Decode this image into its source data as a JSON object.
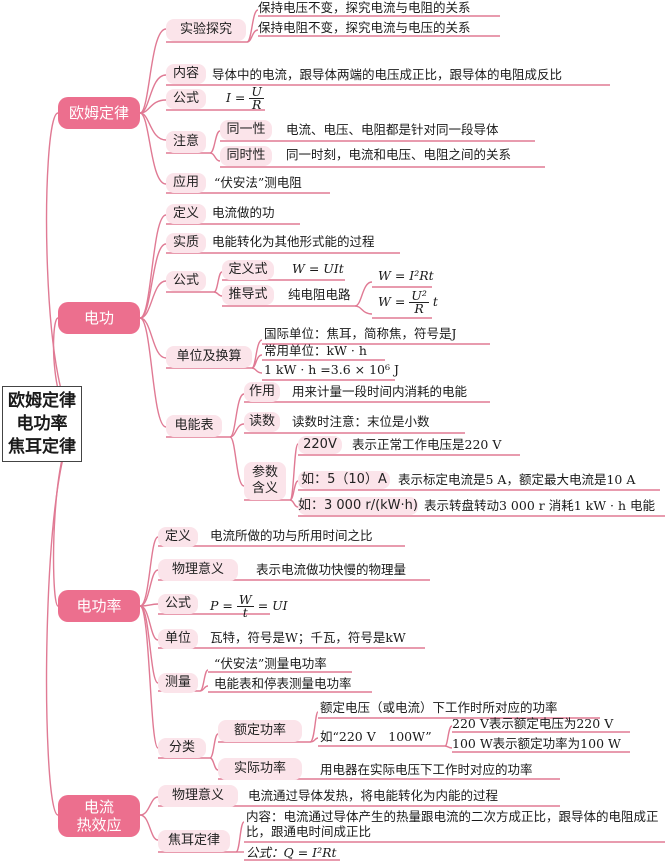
{
  "root": {
    "line1": "欧姆定律",
    "line2": "电功率",
    "line3": "焦耳定律"
  },
  "ohm": {
    "title": "欧姆定律",
    "experiment": {
      "label": "实验探究",
      "items": [
        "保持电压不变，探究电流与电阻的关系",
        "保持电阻不变，探究电流与电压的关系"
      ]
    },
    "content": {
      "label": "内容",
      "text": "导体中的电流，跟导体两端的电压成正比，跟导体的电阻成反比"
    },
    "formula": {
      "label": "公式",
      "lhs": "I =",
      "num": "U",
      "den": "R"
    },
    "note": {
      "label": "注意",
      "same_body": {
        "label": "同一性",
        "text": "电流、电压、电阻都是针对同一段导体"
      },
      "same_time": {
        "label": "同时性",
        "text": "同一时刻，电流和电压、电阻之间的关系"
      }
    },
    "application": {
      "label": "应用",
      "text": "“伏安法”测电阻"
    }
  },
  "work": {
    "title": "电功",
    "definition": {
      "label": "定义",
      "text": "电流做的功"
    },
    "essence": {
      "label": "实质",
      "text": "电能转化为其他形式能的过程"
    },
    "formula": {
      "label": "公式",
      "def": {
        "label": "定义式",
        "text": "W = UIt"
      },
      "derived": {
        "label": "推导式",
        "text": "纯电阻电路",
        "f1": "W = I²Rt",
        "f2_lhs": "W =",
        "f2_num": "U²",
        "f2_den": "R",
        "f2_tail": "t"
      }
    },
    "units": {
      "label": "单位及换算",
      "si": "国际单位：焦耳，简称焦，符号是J",
      "common": "常用单位：kW · h",
      "conversion": "1 kW · h =3.6 × 10⁶ J"
    },
    "meter": {
      "label": "电能表",
      "use": {
        "label": "作用",
        "text": "用来计量一段时间内消耗的电能"
      },
      "reading": {
        "label": "读数",
        "text": "读数时注意：末位是小数"
      },
      "params": {
        "label": "参数含义",
        "p1": {
          "tag": "220V",
          "text": "表示正常工作电压是220 V"
        },
        "p2": {
          "tag": "如：5（10）A",
          "text": "表示标定电流是5 A，额定最大电流是10 A"
        },
        "p3": {
          "tag": "如：3 000 r/(kW·h)",
          "text": "表示转盘转动3 000 r 消耗1 kW · h 电能"
        }
      }
    }
  },
  "power": {
    "title": "电功率",
    "definition": {
      "label": "定义",
      "text": "电流所做的功与所用时间之比"
    },
    "meaning": {
      "label": "物理意义",
      "text": "表示电流做功快慢的物理量"
    },
    "formula": {
      "label": "公式",
      "lhs": "P =",
      "num": "W",
      "den": "t",
      "tail": "= UI"
    },
    "unit": {
      "label": "单位",
      "text": "瓦特，符号是W；千瓦，符号是kW"
    },
    "measure": {
      "label": "测量",
      "items": [
        "“伏安法”测量电功率",
        "电能表和停表测量电功率"
      ]
    },
    "category": {
      "label": "分类",
      "rated": {
        "label": "额定功率",
        "text": "额定电压（或电流）下工作时所对应的功率",
        "example": "如“220 V　100W”",
        "ex1": "220 V表示额定电压为220 V",
        "ex2": "100 W表示额定功率为100 W"
      },
      "actual": {
        "label": "实际功率",
        "text": "用电器在实际电压下工作时对应的功率"
      }
    }
  },
  "heat": {
    "title_line1": "电流",
    "title_line2": "热效应",
    "meaning": {
      "label": "物理意义",
      "text": "电流通过导体发热，将电能转化为内能的过程"
    },
    "joule": {
      "label": "焦耳定律",
      "content": "内容：电流通过导体产生的热量跟电流的二次方成正比，跟导体的电阻成正比，跟通电时间成正比",
      "formula": "公式：Q = I²Rt"
    }
  },
  "colors": {
    "branch": "#ec6f8e",
    "node_fill": "#fbe4ea",
    "line": "#e07a94",
    "text": "#1a1a1a"
  }
}
